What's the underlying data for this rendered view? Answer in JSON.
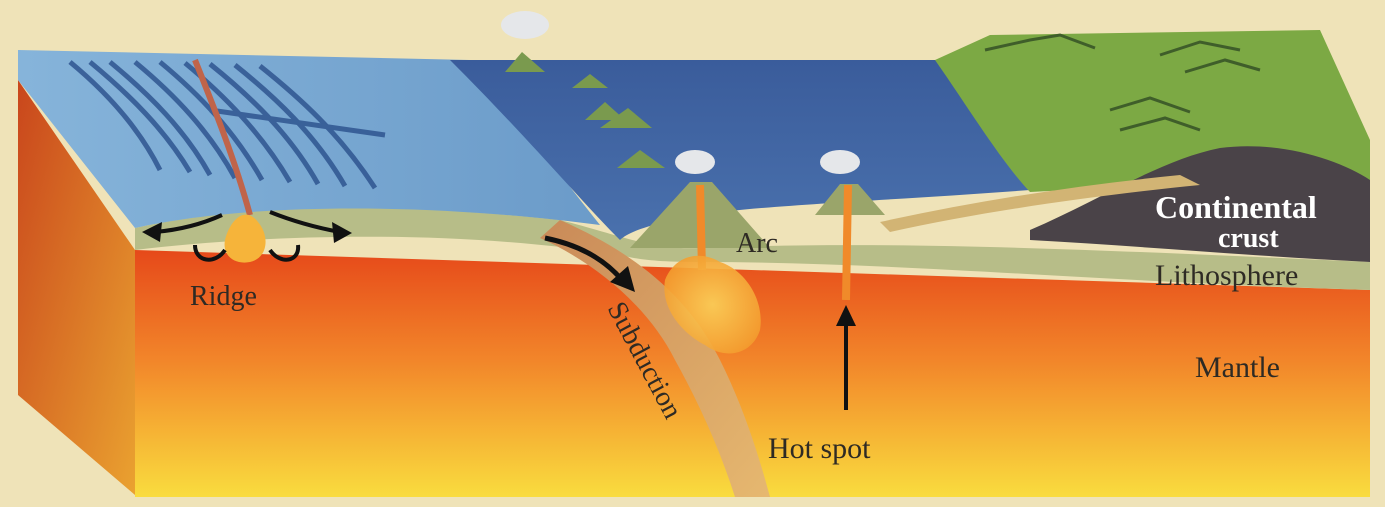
{
  "diagram": {
    "labels": {
      "ridge": "Ridge",
      "subduction": "Subduction",
      "arc": "Arc",
      "hot_spot": "Hot spot",
      "continental_crust_line1": "Continental",
      "continental_crust_line2": "crust",
      "lithosphere": "Lithosphere",
      "mantle": "Mantle"
    },
    "colors": {
      "background": "#efe3b8",
      "ocean_shallow": "#7fb0d8",
      "ocean_deep": "#3c5f9e",
      "land": "#7da843",
      "lithosphere": "#b8bf8a",
      "mantle_top": "#e8531c",
      "mantle_bottom": "#f7d43a",
      "continental_crust": "#4a4348",
      "magma": "#f6a93a",
      "arrow": "#111111"
    }
  }
}
